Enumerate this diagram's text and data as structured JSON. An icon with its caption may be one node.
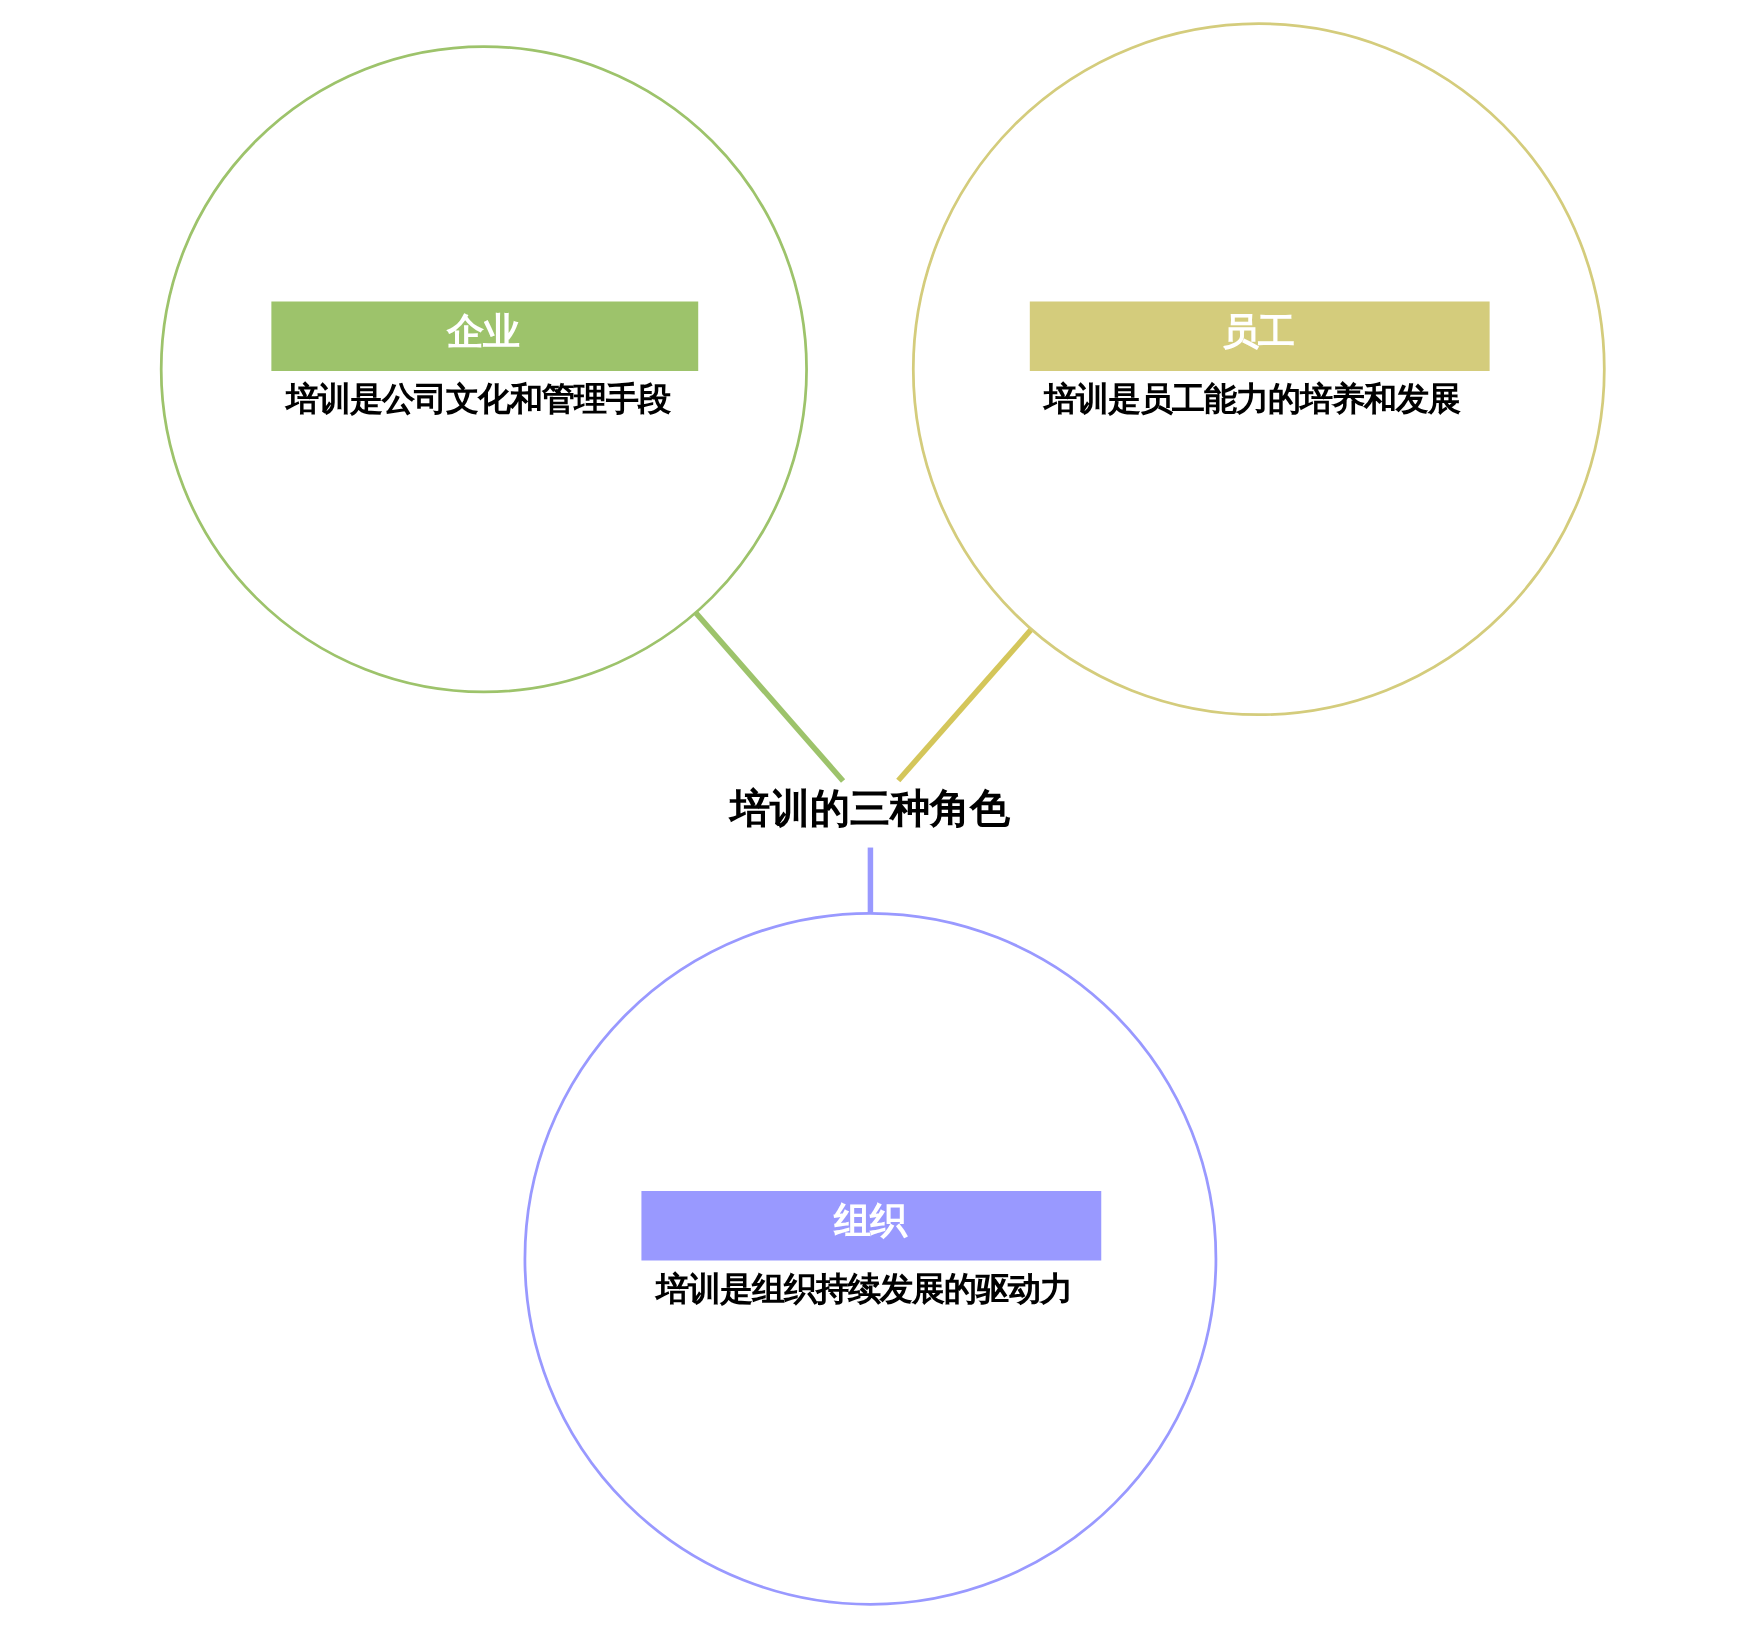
{
  "diagram": {
    "nodes": [
      {
        "text": [
          "企业",
          "培训是公司文化和管理手段"
        ]
      },
      {
        "text": [
          "员工",
          "培训是员工能力的培养和发展"
        ]
      },
      {
        "text": [
          "培训的三种角色"
        ]
      },
      {
        "text": [
          "组织",
          "培训是组织持续发展的驱动力"
        ]
      }
    ],
    "edges": [
      {
        "from": 0,
        "to": 2,
        "arrow": "none",
        "color": "#9dc36b"
      },
      {
        "from": 1,
        "to": 2,
        "arrow": "none",
        "color": "#d4c65a"
      },
      {
        "from": 2,
        "to": 3,
        "arrow": "none",
        "color": "#9999ff"
      }
    ]
  }
}
